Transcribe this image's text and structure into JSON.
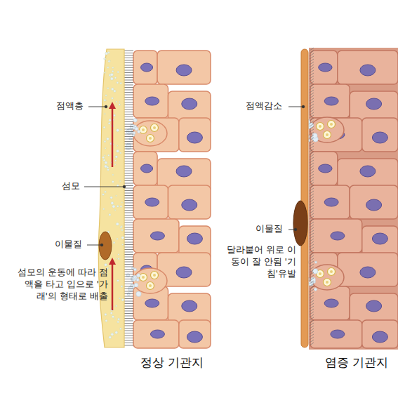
{
  "diagram": {
    "labels": [
      "점액층",
      "섬모",
      "이물질",
      "섬모의 운동에 따라 점액을 타고 입으로 '가래'의 형태로 배출",
      "정상 기관지",
      "점액감소",
      "이물질",
      "달라붙어 위로 이동이 잘 안됨 '기침'유발",
      "염증 기관지"
    ]
  }
}
